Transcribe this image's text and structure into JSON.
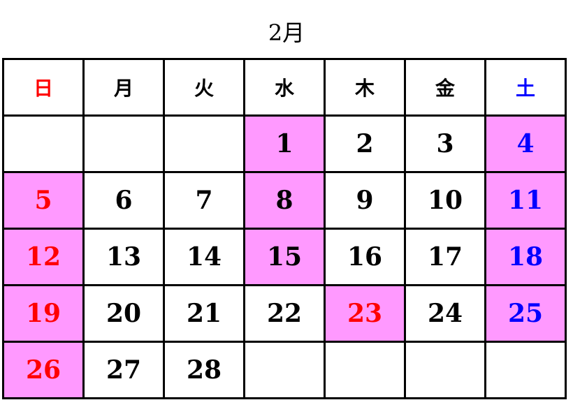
{
  "title": "2月",
  "weekdays": [
    "日",
    "月",
    "火",
    "水",
    "木",
    "金",
    "土"
  ],
  "weeks": [
    [
      "",
      "",
      "",
      "1",
      "2",
      "3",
      "4"
    ],
    [
      "5",
      "6",
      "7",
      "8",
      "9",
      "10",
      "11"
    ],
    [
      "12",
      "13",
      "14",
      "15",
      "16",
      "17",
      "18"
    ],
    [
      "19",
      "20",
      "21",
      "22",
      "23",
      "24",
      "25"
    ],
    [
      "26",
      "27",
      "28",
      "",
      "",
      "",
      ""
    ]
  ],
  "highlighted_days": [
    "1",
    "4",
    "5",
    "8",
    "11",
    "12",
    "15",
    "18",
    "19",
    "23",
    "25",
    "26"
  ],
  "red_days": [
    "5",
    "12",
    "19",
    "23",
    "26"
  ],
  "blue_days": [
    "4",
    "11",
    "18",
    "25"
  ],
  "colors": {
    "sunday_text": "#ff0000",
    "saturday_text": "#0000ff",
    "highlight_bg": "#ff99ff",
    "grid": "#000000"
  }
}
